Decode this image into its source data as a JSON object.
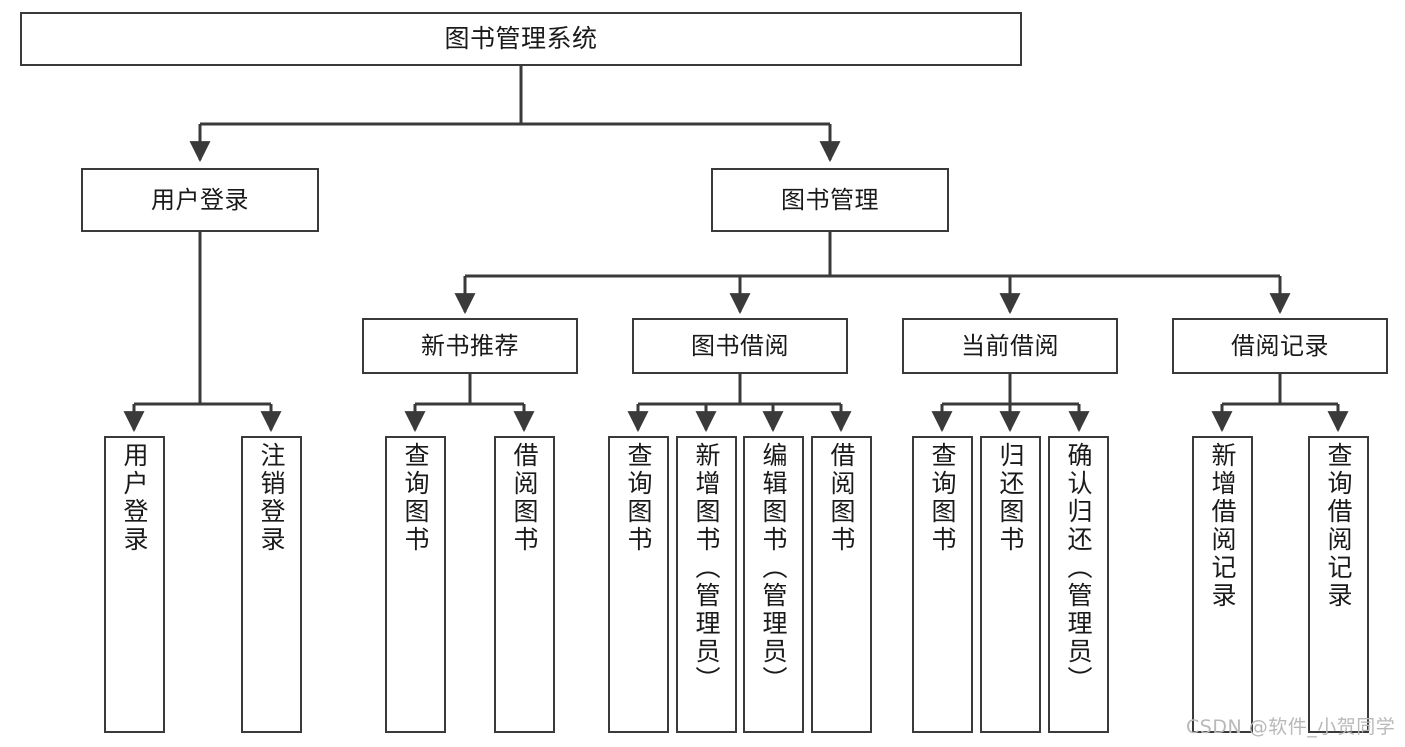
{
  "diagram": {
    "title": "图书管理系统",
    "type": "tree-hierarchy-diagram",
    "colors": {
      "box_border": "#3a3a3a",
      "box_fill": "#ffffff",
      "edge": "#3a3a3a",
      "text": "#1a1a1a",
      "watermark": "#b9b9b9",
      "background": "#ffffff"
    },
    "root": {
      "label": "图书管理系统"
    },
    "level2": [
      {
        "label": "用户登录"
      },
      {
        "label": "图书管理"
      }
    ],
    "level3": [
      {
        "label": "新书推荐"
      },
      {
        "label": "图书借阅"
      },
      {
        "label": "当前借阅"
      },
      {
        "label": "借阅记录"
      }
    ],
    "leaves": {
      "user_login": [
        {
          "label": "用户登录"
        },
        {
          "label": "注销登录"
        }
      ],
      "new_book_recommend": [
        {
          "label": "查询图书"
        },
        {
          "label": "借阅图书"
        }
      ],
      "book_borrow": [
        {
          "label": "查询图书"
        },
        {
          "label": "新增图书（管理员）"
        },
        {
          "label": "编辑图书（管理员）"
        },
        {
          "label": "借阅图书"
        }
      ],
      "current_borrow": [
        {
          "label": "查询图书"
        },
        {
          "label": "归还图书"
        },
        {
          "label": "确认归还（管理员）"
        }
      ],
      "borrow_record": [
        {
          "label": "新增借阅记录"
        },
        {
          "label": "查询借阅记录"
        }
      ]
    }
  },
  "watermark": {
    "text": "CSDN @软件_小贺同学"
  }
}
